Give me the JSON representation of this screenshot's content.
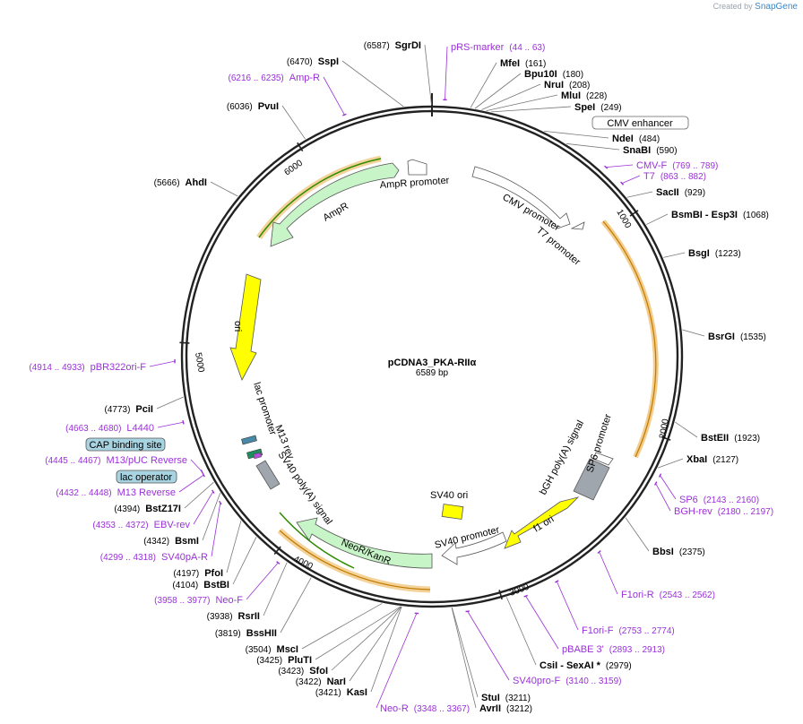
{
  "credit": {
    "prefix": "Created by",
    "brand": "SnapGene"
  },
  "plasmid": {
    "name": "pCDNA3_PKA-RIIα",
    "length_label": "6589 bp",
    "length": 6589
  },
  "ticks": [
    "1000",
    "2000",
    "3000",
    "4000",
    "5000",
    "6000"
  ],
  "enzymes": [
    {
      "name": "SgrDI",
      "pos": "(6587)"
    },
    {
      "name": "SspI",
      "pos": "(6470)"
    },
    {
      "name": "PvuI",
      "pos": "(6036)"
    },
    {
      "name": "AhdI",
      "pos": "(5666)"
    },
    {
      "name": "PciI",
      "pos": "(4773)"
    },
    {
      "name": "BstZ17I",
      "pos": "(4394)"
    },
    {
      "name": "BsmI",
      "pos": "(4342)"
    },
    {
      "name": "PfoI",
      "pos": "(4197)"
    },
    {
      "name": "BstBI",
      "pos": "(4104)"
    },
    {
      "name": "RsrII",
      "pos": "(3938)"
    },
    {
      "name": "BssHII",
      "pos": "(3819)"
    },
    {
      "name": "MscI",
      "pos": "(3504)"
    },
    {
      "name": "PluTI",
      "pos": "(3425)"
    },
    {
      "name": "SfoI",
      "pos": "(3423)"
    },
    {
      "name": "NarI",
      "pos": "(3422)"
    },
    {
      "name": "KasI",
      "pos": "(3421)"
    },
    {
      "name": "AvrII",
      "pos": "(3212)"
    },
    {
      "name": "StuI",
      "pos": "(3211)"
    },
    {
      "name": "CsiI - SexAI *",
      "pos": "(2979)"
    },
    {
      "name": "BbsI",
      "pos": "(2375)"
    },
    {
      "name": "XbaI",
      "pos": "(2127)"
    },
    {
      "name": "BstEII",
      "pos": "(1923)"
    },
    {
      "name": "BsrGI",
      "pos": "(1535)"
    },
    {
      "name": "BsgI",
      "pos": "(1223)"
    },
    {
      "name": "BsmBI - Esp3I",
      "pos": "(1068)"
    },
    {
      "name": "SacII",
      "pos": "(929)"
    },
    {
      "name": "SnaBI",
      "pos": "(590)"
    },
    {
      "name": "NdeI",
      "pos": "(484)"
    },
    {
      "name": "SpeI",
      "pos": "(249)"
    },
    {
      "name": "MluI",
      "pos": "(228)"
    },
    {
      "name": "NruI",
      "pos": "(208)"
    },
    {
      "name": "Bpu10I",
      "pos": "(180)"
    },
    {
      "name": "MfeI",
      "pos": "(161)"
    }
  ],
  "primers": [
    {
      "name": "pRS-marker",
      "range": "(44 .. 63)"
    },
    {
      "name": "Amp-R",
      "range": "(6216 .. 6235)"
    },
    {
      "name": "pBR322ori-F",
      "range": "(4914 .. 4933)"
    },
    {
      "name": "L4440",
      "range": "(4663 .. 4680)"
    },
    {
      "name": "M13/pUC Reverse",
      "range": "(4445 .. 4467)"
    },
    {
      "name": "M13 Reverse",
      "range": "(4432 .. 4448)"
    },
    {
      "name": "EBV-rev",
      "range": "(4353 .. 4372)"
    },
    {
      "name": "SV40pA-R",
      "range": "(4299 .. 4318)"
    },
    {
      "name": "Neo-F",
      "range": "(3958 .. 3977)"
    },
    {
      "name": "Neo-R",
      "range": "(3348 .. 3367)"
    },
    {
      "name": "SV40pro-F",
      "range": "(3140 .. 3159)"
    },
    {
      "name": "pBABE 3'",
      "range": "(2893 .. 2913)"
    },
    {
      "name": "F1ori-F",
      "range": "(2753 .. 2774)"
    },
    {
      "name": "F1ori-R",
      "range": "(2543 .. 2562)"
    },
    {
      "name": "BGH-rev",
      "range": "(2180 .. 2197)"
    },
    {
      "name": "SP6",
      "range": "(2143 .. 2160)"
    },
    {
      "name": "T7",
      "range": "(863 .. 882)"
    },
    {
      "name": "CMV-F",
      "range": "(769 .. 789)"
    }
  ],
  "boxed_features": [
    "CMV enhancer",
    "CAP binding site",
    "lac operator"
  ],
  "features": {
    "cmv_promoter": "CMV promoter",
    "t7_promoter": "T7 promoter",
    "amp_promoter": "AmpR promoter",
    "ampr": "AmpR",
    "ori": "ori",
    "lac_promoter": "lac promoter",
    "m13_rev": "M13 rev",
    "sv40_polya": "SV40 poly(A) signal",
    "neor": "NeoR/KanR",
    "sv40_promoter": "SV40 promoter",
    "sv40_ori": "SV40 ori",
    "f1_ori": "f1 ori",
    "bgh_polya": "bGH poly(A) signal",
    "sp6_promoter": "SP6 promoter"
  },
  "colors": {
    "primer": "#9b30d9",
    "ampr": "#c8f5c8",
    "ori": "#ffff00",
    "orf_highlight": "#f0c070",
    "orf_line": "#2e8b00",
    "sv40_polya": "#a0a6ad"
  }
}
